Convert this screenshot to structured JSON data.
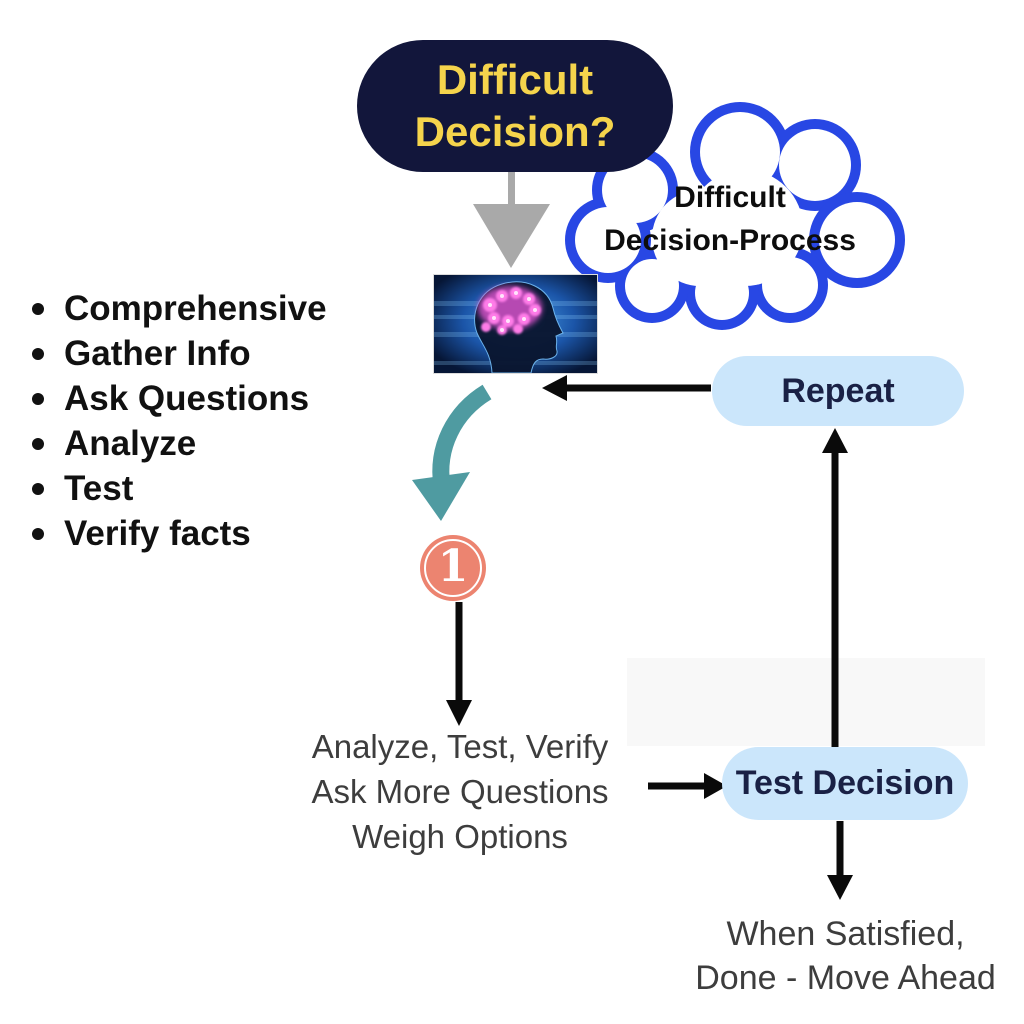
{
  "question_bubble": {
    "lines": [
      "Difficult",
      "Decision?"
    ]
  },
  "process_cloud": {
    "lines": [
      "Difficult",
      "Decision-Process"
    ]
  },
  "criteria_list": {
    "items": [
      "Comprehensive",
      "Gather Info",
      "Ask Questions",
      "Analyze",
      "Test",
      "Verify facts"
    ]
  },
  "step_badge": {
    "number": "1"
  },
  "process_note": {
    "lines": [
      "Analyze, Test, Verify",
      "Ask More Questions",
      "Weigh Options"
    ]
  },
  "test_decision_node": {
    "label": "Test Decision"
  },
  "repeat_node": {
    "label": "Repeat"
  },
  "outcome_note": {
    "lines": [
      "When Satisfied,",
      "Done - Move Ahead"
    ]
  },
  "icons": {
    "brain": "brain-scan-image",
    "badge": "step-1-badge",
    "cloud": "thought-cloud-outline"
  },
  "colors": {
    "bubble_bg": "#12163B",
    "bubble_text": "#F5D44C",
    "cloud_stroke": "#2847E4",
    "pill_bg": "#CBE6FB",
    "pill_text": "#1A2145",
    "badge_bg": "#EC8470",
    "teal_arrow": "#4F9BA1",
    "gray_arrow": "#A9A9A9",
    "black_arrow": "#0A0A0A",
    "note_text": "#3D3D3D",
    "list_text": "#111111"
  }
}
